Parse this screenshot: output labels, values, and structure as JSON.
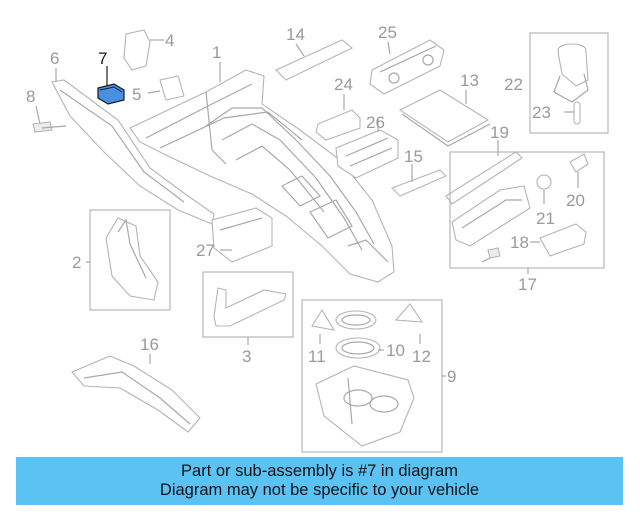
{
  "diagram": {
    "highlight_color": "#4a90e2",
    "banner_color": "#5bc2f4",
    "callouts": {
      "c1": "1",
      "c2": "2",
      "c3": "3",
      "c4": "4",
      "c5": "5",
      "c6": "6",
      "c7": "7",
      "c8": "8",
      "c9": "9",
      "c10": "10",
      "c11": "11",
      "c12": "12",
      "c13": "13",
      "c14": "14",
      "c15": "15",
      "c16": "16",
      "c17": "17",
      "c18": "18",
      "c19": "19",
      "c20": "20",
      "c21": "21",
      "c22": "22",
      "c23": "23",
      "c24": "24",
      "c25": "25",
      "c26": "26",
      "c27": "27"
    }
  },
  "banner": {
    "line1": "Part or sub-assembly is #7 in diagram",
    "line2": "Diagram may not be specific to your vehicle"
  }
}
